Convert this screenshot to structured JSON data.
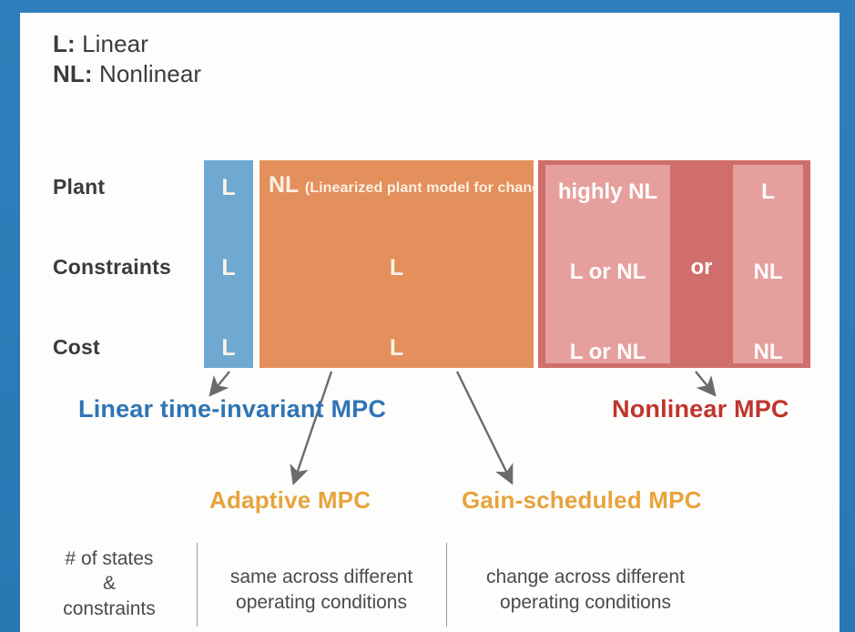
{
  "legend": {
    "rows": [
      {
        "key": "L:",
        "value": "Linear"
      },
      {
        "key": "NL:",
        "value": "Nonlinear"
      }
    ]
  },
  "matrix": {
    "row_labels": [
      "Plant",
      "Constraints",
      "Cost"
    ],
    "columns": [
      {
        "name": "linear-time-invariant-column",
        "color": "#6fa8d0",
        "cells": [
          "L",
          "L",
          "L"
        ]
      },
      {
        "name": "adaptive-gain-scheduled-column",
        "color": "#e3905d",
        "cells": [
          "NL",
          "L",
          "L"
        ],
        "plant_prefix": "NL",
        "plant_note": "(Linearized plant model for changing operating conditions)"
      },
      {
        "name": "nonlinear-column",
        "color": "#cf6e6b",
        "sub_color": "#e5a09d",
        "left_cells": [
          "highly NL",
          "L or NL",
          "L or NL"
        ],
        "connector": "or",
        "right_cells": [
          "L",
          "NL",
          "NL"
        ]
      }
    ]
  },
  "captions": {
    "lti": "Linear time-invariant MPC",
    "nonlinear": "Nonlinear MPC",
    "adaptive": "Adaptive MPC",
    "gain_scheduled": "Gain-scheduled MPC"
  },
  "bottom": {
    "label_line1": "# of states",
    "label_line2": "&",
    "label_line3": "constraints",
    "col1_line1": "same across different",
    "col1_line2": "operating conditions",
    "col2_line1": "change across different",
    "col2_line2": "operating conditions"
  },
  "colors": {
    "slide_border": "#2878b4",
    "blue_block": "#6fa8d0",
    "orange_block": "#e3905d",
    "red_block": "#cf6e6b",
    "red_sub_block": "#e5a09d",
    "lti_text": "#2e74b5",
    "nonlinear_text": "#c0342c",
    "amber_text": "#e7a33b",
    "body_text": "#3b3b3b"
  }
}
